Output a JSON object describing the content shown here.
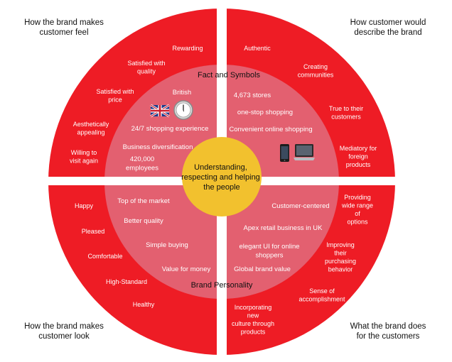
{
  "corner_labels": {
    "top_left": "How the brand makes\ncustomer feel",
    "top_right": "How customer would\ndescribe the brand",
    "bottom_left": "How the brand makes\ncustomer look",
    "bottom_right": "What the brand does\nfor the customers"
  },
  "center_text": [
    "Understanding,",
    "respecting and helping",
    "the people"
  ],
  "inner_titles": {
    "top": "Fact and Symbols",
    "bottom": "Brand Personality"
  },
  "outer": {
    "top_left": [
      [
        "Rewarding"
      ],
      [
        "Satisfied with",
        "quality"
      ],
      [
        "Satisfied with",
        "price"
      ],
      [
        "Aesthetically",
        "appealing"
      ],
      [
        "Willing to",
        "visit again"
      ]
    ],
    "top_right": [
      [
        "Authentic"
      ],
      [
        "Creating",
        "communities"
      ],
      [
        "True to their",
        "customers"
      ],
      [
        "Mediatory for",
        "foreign",
        "products"
      ]
    ],
    "bottom_left": [
      [
        "Happy"
      ],
      [
        "Pleased"
      ],
      [
        "Comfortable"
      ],
      [
        "High-Standard"
      ],
      [
        "Healthy"
      ]
    ],
    "bottom_right": [
      [
        "Providing",
        "wide range",
        "of",
        "options"
      ],
      [
        "Improving",
        "their",
        "purchasing",
        "behavior"
      ],
      [
        "Sense of",
        "accomplishment"
      ],
      [
        "Incorporating",
        "new",
        "culture through",
        "products"
      ]
    ]
  },
  "inner": {
    "top_left": [
      [
        "British"
      ],
      [
        "24/7 shopping experience"
      ],
      [
        "Business diversification"
      ],
      [
        "420,000",
        "employees"
      ]
    ],
    "top_right": [
      [
        "4,673 stores"
      ],
      [
        "one-stop shopping"
      ],
      [
        "Convenient online shopping"
      ]
    ],
    "bottom_left": [
      [
        "Top of the market"
      ],
      [
        "Better quality"
      ],
      [
        "Simple buying"
      ],
      [
        "Value for money"
      ]
    ],
    "bottom_right": [
      [
        "Customer-centered"
      ],
      [
        "Apex retail business in UK"
      ],
      [
        "elegant UI for online",
        "shoppers"
      ],
      [
        "Global brand value"
      ]
    ]
  },
  "icons": [
    "uk-flag-icon",
    "clock-icon",
    "smartphone-icon",
    "laptop-icon"
  ],
  "colors": {
    "outer_ring": "#ee1c25",
    "inner_ring": "#e36070",
    "center": "#f2c12e",
    "gap": "#ffffff"
  }
}
